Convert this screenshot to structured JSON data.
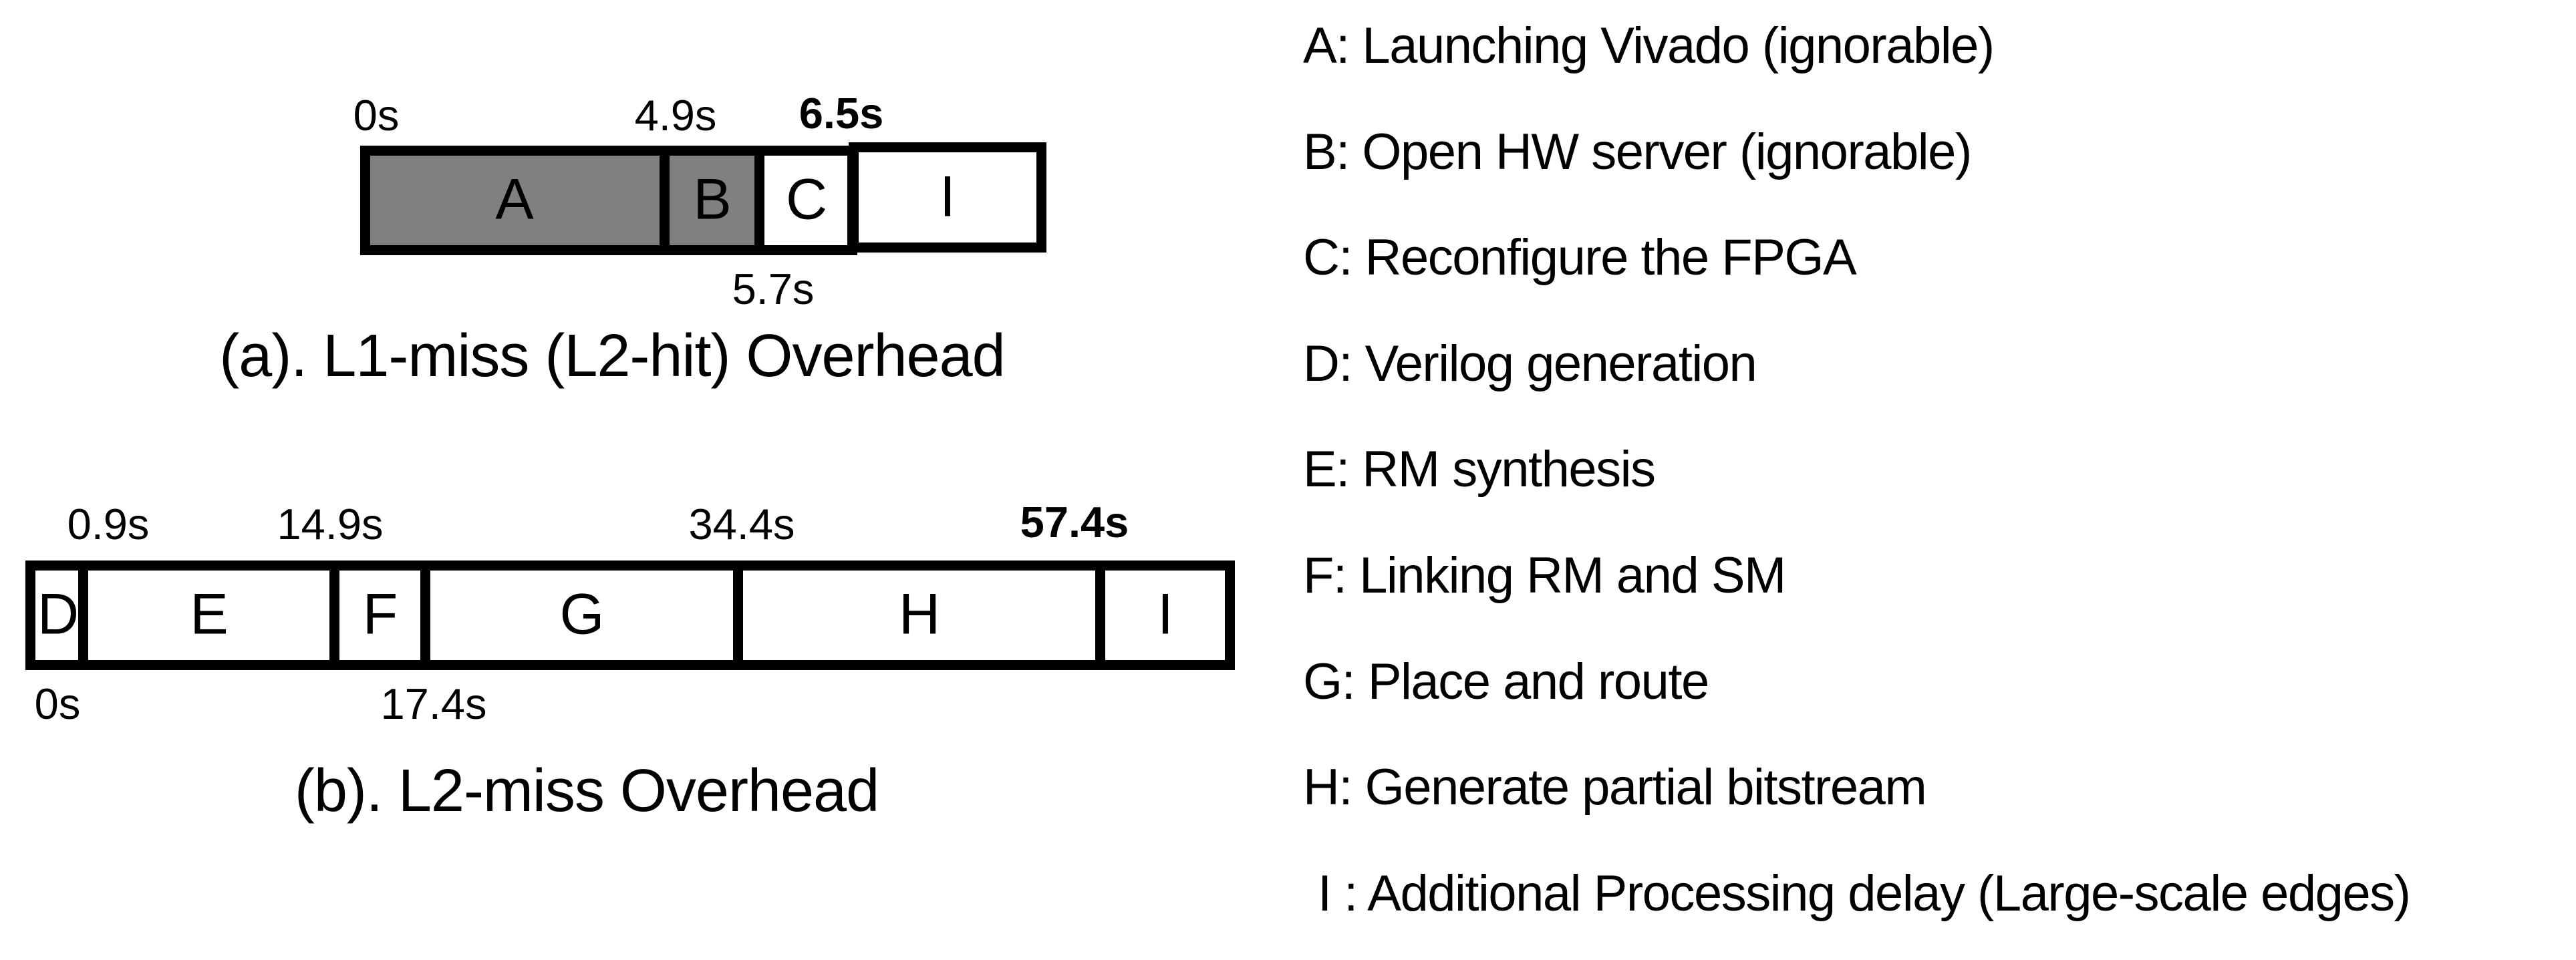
{
  "colors": {
    "background": "#ffffff",
    "line": "#000000",
    "ignorable_segment_fill": "#808080",
    "normal_segment_fill": "#ffffff"
  },
  "chart_data": [
    {
      "type": "timeline-bar",
      "title": "(a). L1-miss (L2-hit) Overhead",
      "unit": "seconds",
      "bars_not_to_scale": true,
      "segments": [
        {
          "label": "A",
          "task": "Launching Vivado (ignorable)",
          "start": 0,
          "end": 4.9,
          "fill": "gray"
        },
        {
          "label": "B",
          "task": "Open HW server (ignorable)",
          "start": 4.9,
          "end": 5.7,
          "fill": "gray"
        },
        {
          "label": "C",
          "task": "Reconfigure the FPGA",
          "start": 5.7,
          "end": 6.5,
          "fill": "white"
        },
        {
          "label": "I",
          "task": "Additional Processing delay (Large-scale edges)",
          "start": 6.5,
          "end": null,
          "fill": "white"
        }
      ],
      "total_seconds": 6.5,
      "ticks_above": [
        "0s",
        "4.9s",
        "6.5s"
      ],
      "ticks_below": [
        "5.7s"
      ],
      "emphasized_tick": "6.5s"
    },
    {
      "type": "timeline-bar",
      "title": "(b). L2-miss Overhead",
      "unit": "seconds",
      "bars_not_to_scale": true,
      "segments": [
        {
          "label": "D",
          "task": "Verilog generation",
          "start": 0,
          "end": 0.9,
          "fill": "white"
        },
        {
          "label": "E",
          "task": "RM synthesis",
          "start": 0.9,
          "end": 14.9,
          "fill": "white"
        },
        {
          "label": "F",
          "task": "Linking RM and SM",
          "start": 14.9,
          "end": 17.4,
          "fill": "white"
        },
        {
          "label": "G",
          "task": "Place and route",
          "start": 17.4,
          "end": 34.4,
          "fill": "white"
        },
        {
          "label": "H",
          "task": "Generate partial bitstream",
          "start": 34.4,
          "end": 57.4,
          "fill": "white"
        },
        {
          "label": "I",
          "task": "Additional Processing delay (Large-scale edges)",
          "start": 57.4,
          "end": null,
          "fill": "white"
        }
      ],
      "total_seconds": 57.4,
      "ticks_above": [
        "0.9s",
        "14.9s",
        "34.4s",
        "57.4s"
      ],
      "ticks_below": [
        "0s",
        "17.4s"
      ],
      "emphasized_tick": "57.4s"
    }
  ],
  "bar_a": {
    "caption": "(a). L1-miss (L2-hit) Overhead",
    "letters": {
      "a": "A",
      "b": "B",
      "c": "C",
      "i": "I"
    },
    "ticks": {
      "start": "0s",
      "a_end": "4.9s",
      "b_end": "5.7s",
      "total": "6.5s"
    }
  },
  "bar_b": {
    "caption": "(b). L2-miss Overhead",
    "letters": {
      "d": "D",
      "e": "E",
      "f": "F",
      "g": "G",
      "h": "H",
      "i": "I"
    },
    "ticks": {
      "start": "0s",
      "d_end": "0.9s",
      "e_end": "14.9s",
      "f_end": "17.4s",
      "g_end": "34.4s",
      "total": "57.4s"
    }
  },
  "legend": {
    "items": [
      "A: Launching Vivado (ignorable)",
      "B: Open HW server (ignorable)",
      "C: Reconfigure the FPGA",
      "D: Verilog generation",
      "E: RM synthesis",
      "F: Linking RM and SM",
      "G: Place and route",
      "H: Generate partial bitstream",
      "I : Additional Processing delay (Large-scale edges)"
    ]
  }
}
